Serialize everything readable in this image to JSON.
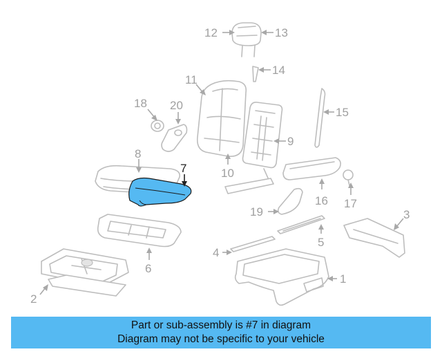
{
  "diagram": {
    "highlight_color": "#55b9f2",
    "callouts": [
      "1",
      "2",
      "3",
      "4",
      "5",
      "6",
      "7",
      "8",
      "9",
      "10",
      "11",
      "12",
      "13",
      "14",
      "15",
      "16",
      "17",
      "18",
      "19",
      "20"
    ],
    "highlighted_callout": "7"
  },
  "caption": {
    "line1": "Part or sub-assembly is #7 in diagram",
    "line2": "Diagram may not be specific to your vehicle"
  }
}
